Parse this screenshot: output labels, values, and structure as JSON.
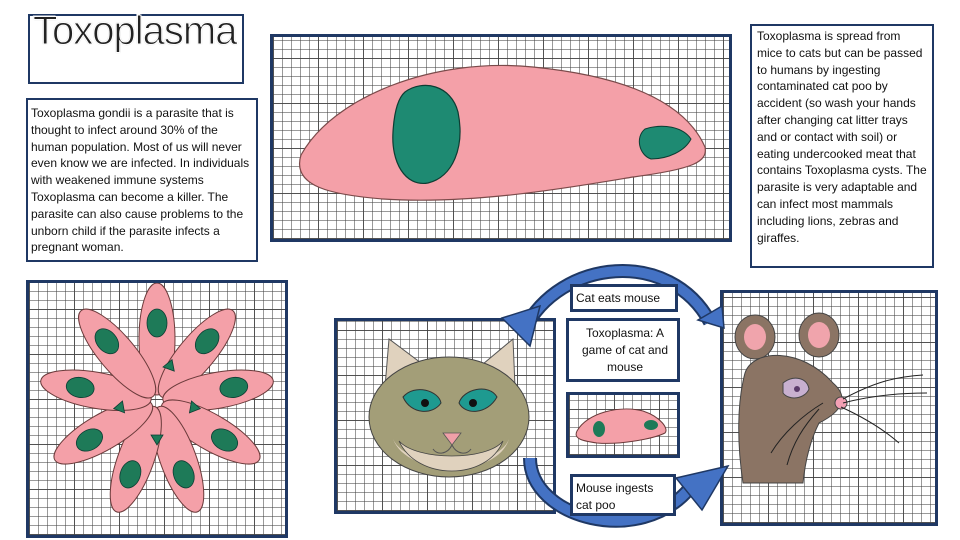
{
  "title": "Toxoplasma",
  "intro_text": "Toxoplasma gondii is a parasite that is thought to infect around 30% of the human population. Most of us will never even know we are infected. In individuals with weakened immune systems Toxoplasma can become a killer. The parasite can also cause problems to the unborn child if the parasite infects a pregnant woman.",
  "spread_text": "Toxoplasma is spread from mice to cats but can be passed to humans by ingesting contaminated cat poo by accident (so wash your hands after changing cat litter trays and or contact with soil) or eating undercooked meat that contains Toxoplasma cysts. The parasite is very adaptable and can infect most mammals including lions, zebras and giraffes.",
  "cycle": {
    "cat_eats_mouse": "Cat eats mouse",
    "center_label": "Toxoplasma: A game of cat and mouse",
    "mouse_ingests": "Mouse ingests cat poo"
  },
  "colors": {
    "frame": "#1f3864",
    "parasite_pink": "#f4a0a8",
    "parasite_nucleus": "#1e8a72",
    "arrow_blue": "#4472c4",
    "cat_olive": "#a39e78",
    "mouse_brown": "#8b7464"
  }
}
